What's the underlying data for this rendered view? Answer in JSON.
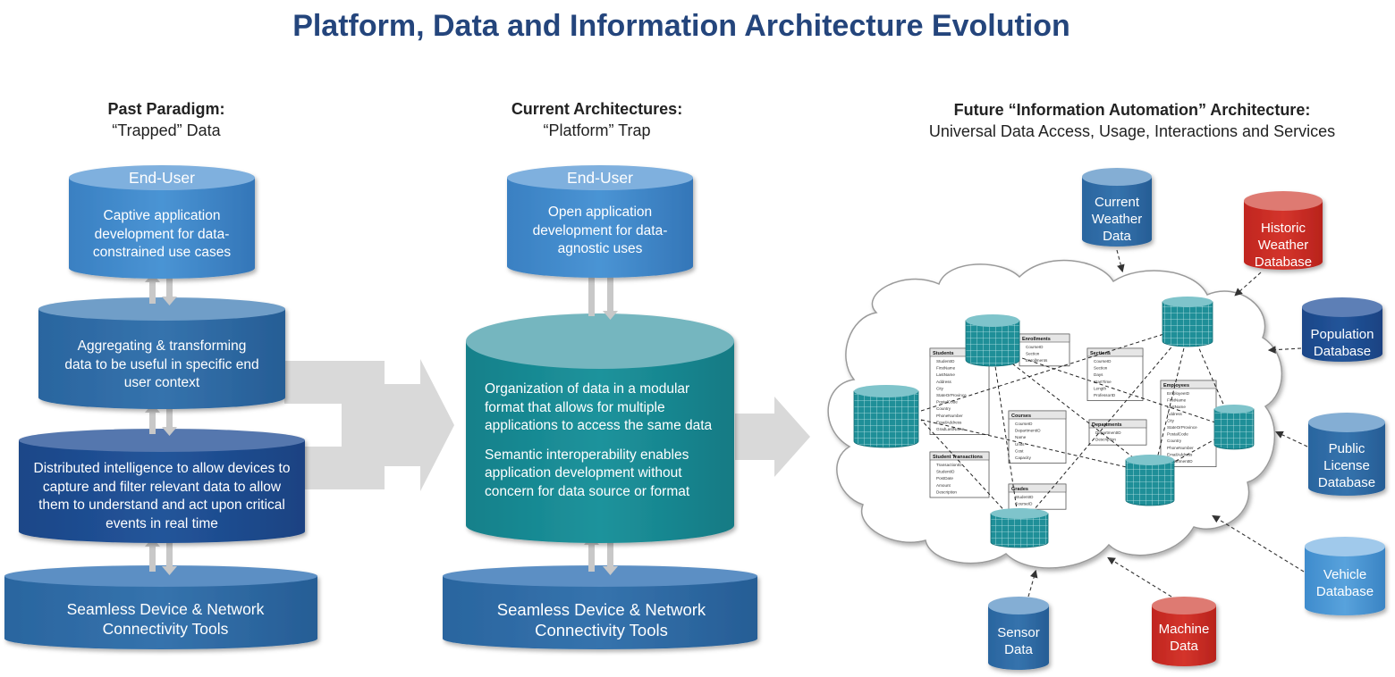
{
  "title": "Platform, Data and Information Architecture Evolution",
  "columns": {
    "past": {
      "heading_bold": "Past Paradigm:",
      "heading_sub": "“Trapped” Data",
      "enduser_label": "End-User",
      "enduser_text": "Captive application development for data-constrained use cases",
      "layer2_text": "Aggregating & transforming data to be useful in specific end user context",
      "layer3_text": "Distributed intelligence to allow devices to capture and filter relevant data to allow them to understand and act upon critical events in real time",
      "base_text": "Seamless Device & Network Connectivity Tools"
    },
    "current": {
      "heading_bold": "Current Architectures:",
      "heading_sub": "“Platform” Trap",
      "enduser_label": "End-User",
      "enduser_text": "Open application development for data-agnostic uses",
      "middle_para1": "Organization of data in a modular format that allows for multiple applications to access the same data",
      "middle_para2": "Semantic interoperability enables application development without concern for data source or format",
      "base_text": "Seamless Device & Network Connectivity Tools"
    },
    "future": {
      "heading_bold": "Future “Information Automation” Architecture:",
      "heading_sub": "Universal Data Access, Usage, Interactions and Services",
      "sources": {
        "current_weather": "Current Weather Data",
        "historic_weather": "Historic Weather Database",
        "population": "Population Database",
        "public_license": "Public License Database",
        "vehicle": "Vehicle Database",
        "machine": "Machine Data",
        "sensor": "Sensor Data"
      },
      "schema_tables": {
        "students": {
          "name": "Students",
          "fields": [
            "StudentID",
            "FirstName",
            "LastName",
            "Address",
            "City",
            "StateOrProvince",
            "PostalCode",
            "Country",
            "PhoneNumber",
            "EmailAddress",
            "GradLastName"
          ]
        },
        "enrollments": {
          "name": "Enrollments",
          "fields": [
            "CourseID",
            "Section",
            "Enrollments"
          ]
        },
        "sections": {
          "name": "Sections",
          "fields": [
            "CourseID",
            "Section",
            "Days",
            "StartTime",
            "Length",
            "ProfessorID"
          ]
        },
        "courses": {
          "name": "Courses",
          "fields": [
            "CourseID",
            "DepartmentID",
            "Name",
            "Units",
            "Cost",
            "Capacity"
          ]
        },
        "departments": {
          "name": "Departments",
          "fields": [
            "DepartmentID",
            "Description"
          ]
        },
        "employees": {
          "name": "Employees",
          "fields": [
            "EmployeeID",
            "FirstName",
            "LastName",
            "Address",
            "City",
            "StateOrProvince",
            "PostalCode",
            "Country",
            "PhoneNumber",
            "EmailAddress",
            "DepartmentID"
          ]
        },
        "student_transactions": {
          "name": "Student Transactions",
          "fields": [
            "TransactionID",
            "StudentID",
            "PostDate",
            "Amount",
            "Description"
          ]
        },
        "grades": {
          "name": "Grades",
          "fields": [
            "StudentID",
            "CourseID"
          ]
        }
      }
    }
  },
  "colors": {
    "title": "#24457c",
    "enduser_blue": "#3d86c8",
    "layer_mid_blue": "#2d6aa5",
    "layer_dark_blue": "#1f4d8f",
    "teal": "#1a8a93",
    "teal_top": "#7fbcc4",
    "red": "#cc2c24",
    "arrow_gray": "#d9d9d9"
  }
}
